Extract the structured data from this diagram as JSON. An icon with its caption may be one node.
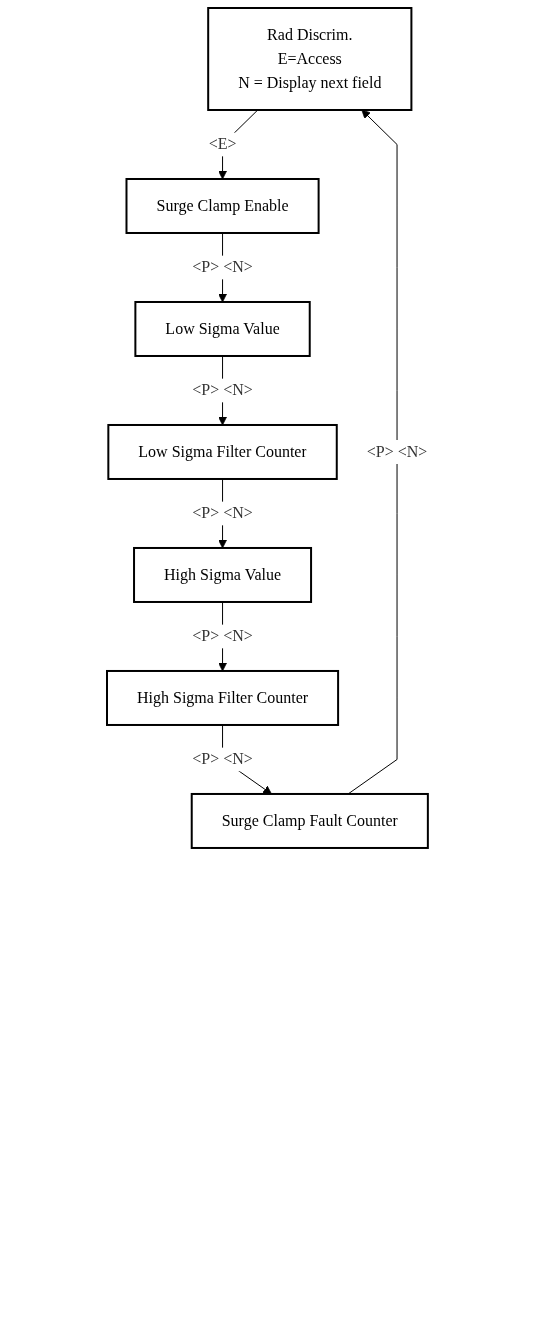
{
  "diagram": {
    "nodes": [
      {
        "text": [
          "Rad Discrim.",
          "E=Access",
          "N = Display next field"
        ]
      },
      {
        "text": [
          "Surge Clamp Enable"
        ]
      },
      {
        "text": [
          "Low Sigma Value"
        ]
      },
      {
        "text": [
          "Low Sigma Filter Counter"
        ]
      },
      {
        "text": [
          "High Sigma Value"
        ]
      },
      {
        "text": [
          "High Sigma Filter Counter"
        ]
      },
      {
        "text": [
          "Surge Clamp Fault Counter"
        ]
      }
    ],
    "edges": [
      {
        "from": 0,
        "to": 1,
        "arrow": "to",
        "label": "<E>"
      },
      {
        "from": 1,
        "to": 2,
        "arrow": "to",
        "label": "<P> <N>"
      },
      {
        "from": 2,
        "to": 3,
        "arrow": "to",
        "label": "<P> <N>"
      },
      {
        "from": 3,
        "to": 4,
        "arrow": "to",
        "label": "<P> <N>"
      },
      {
        "from": 4,
        "to": 5,
        "arrow": "to",
        "label": "<P> <N>"
      },
      {
        "from": 5,
        "to": 6,
        "arrow": "to",
        "label": "<P> <N>"
      },
      {
        "from": 6,
        "to": 0,
        "arrow": "to",
        "label": "<P> <N>"
      }
    ]
  }
}
